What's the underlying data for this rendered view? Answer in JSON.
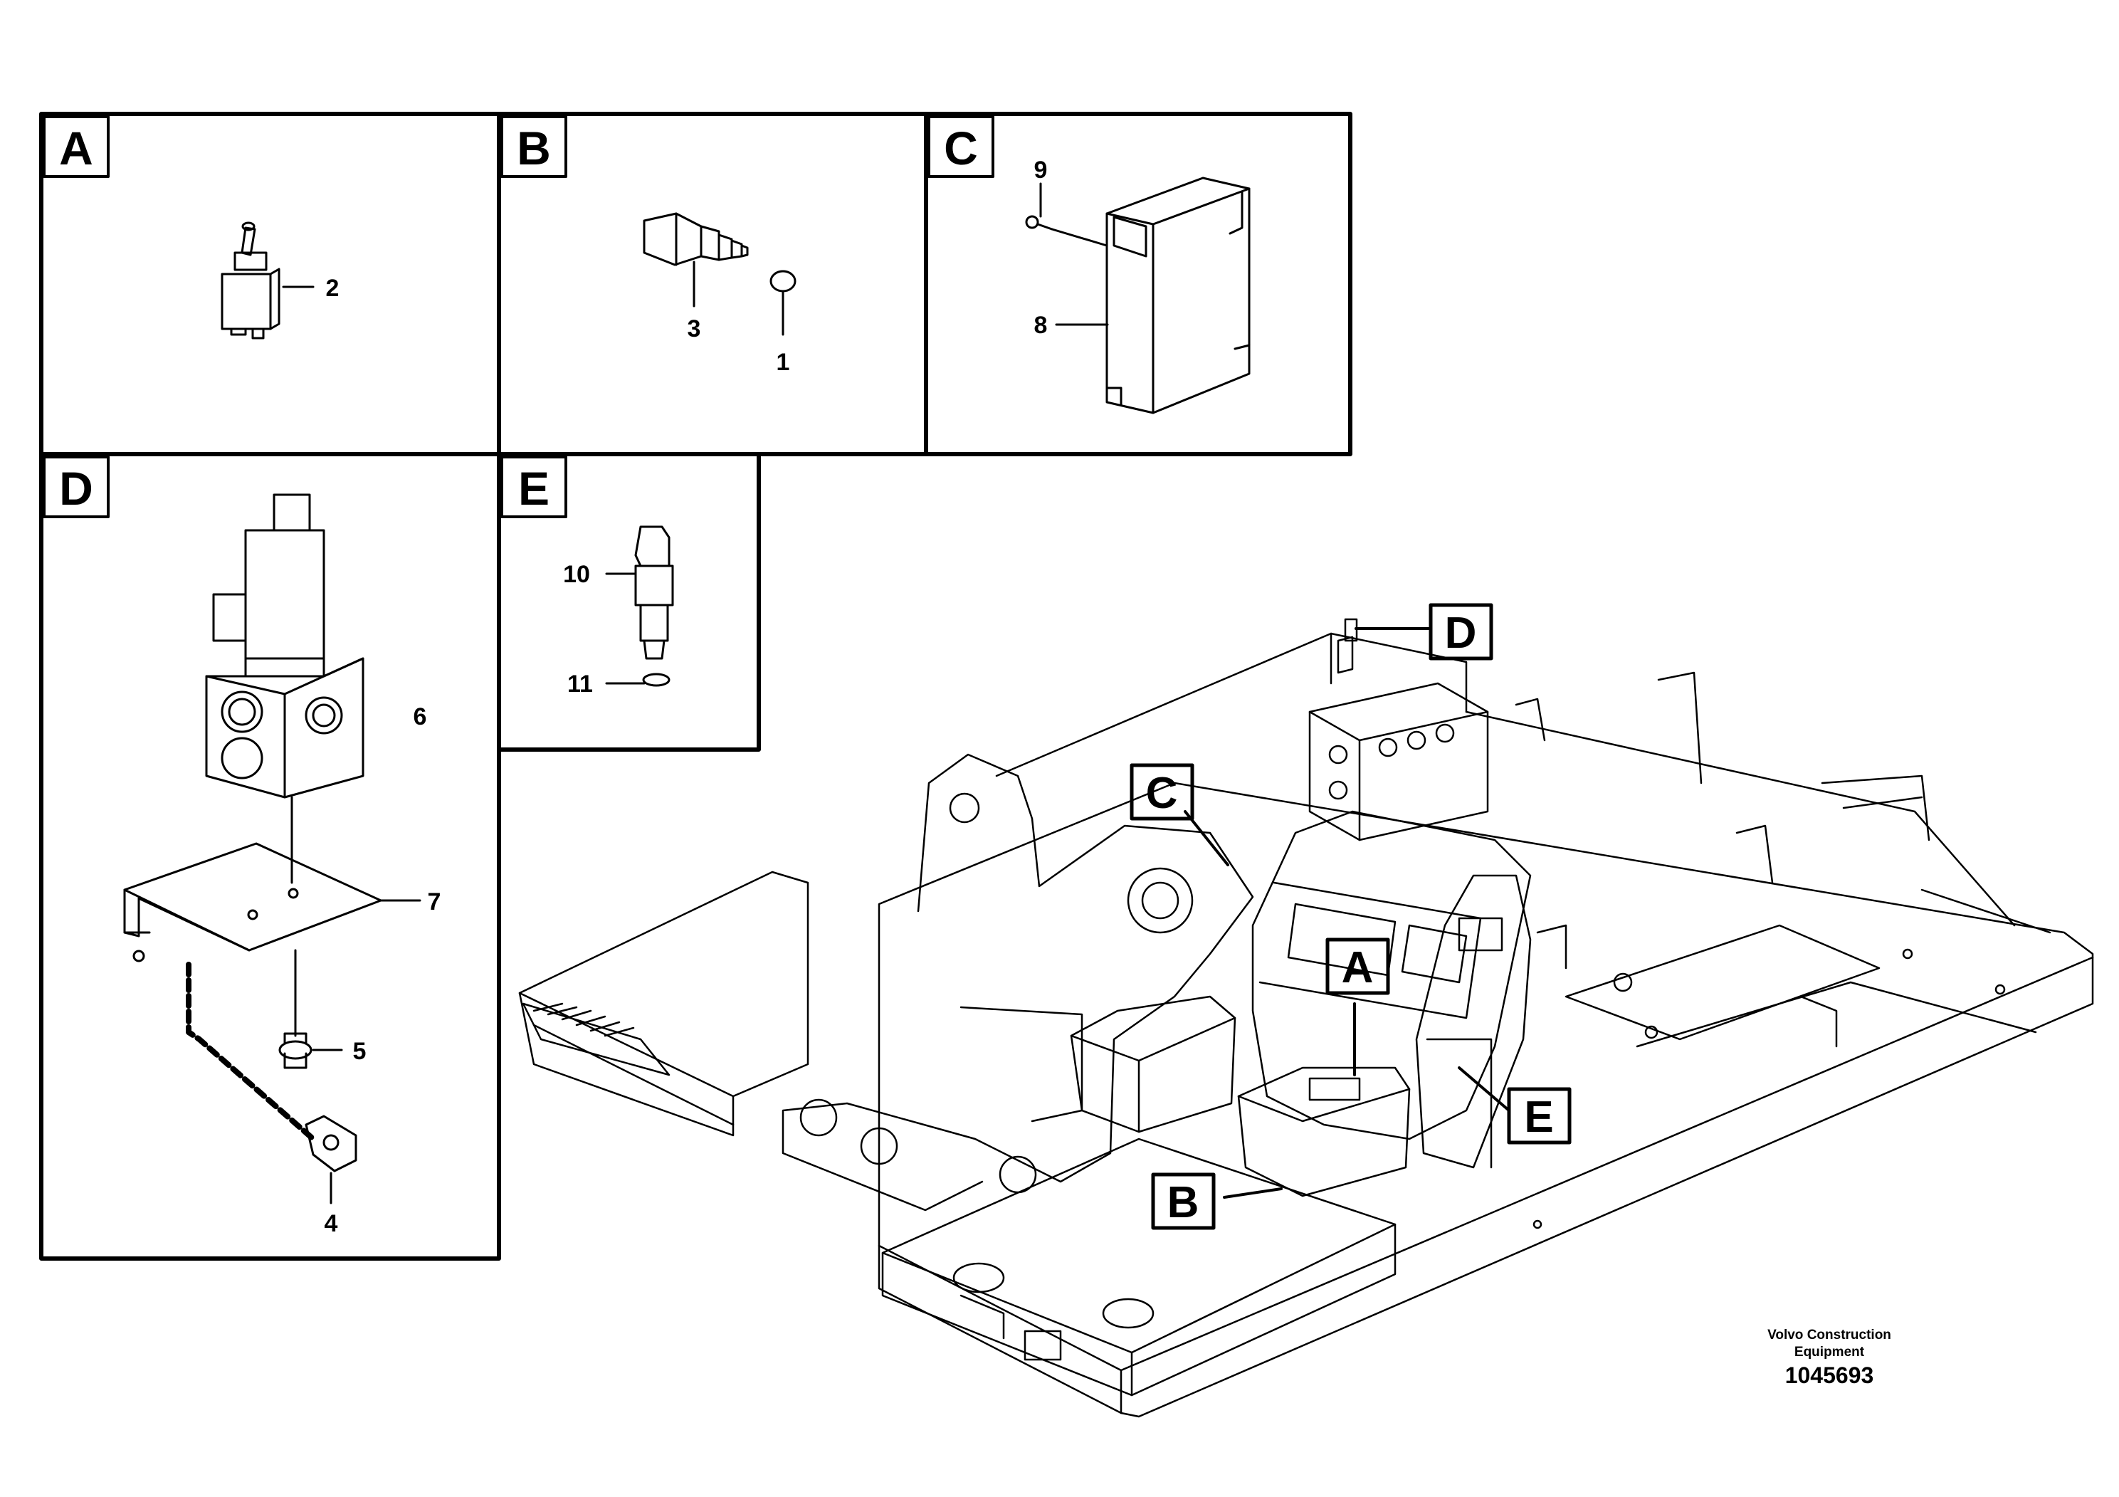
{
  "panels": [
    {
      "letter": "A",
      "callouts": [
        "2"
      ]
    },
    {
      "letter": "B",
      "callouts": [
        "3",
        "1"
      ]
    },
    {
      "letter": "C",
      "callouts": [
        "9",
        "8"
      ]
    },
    {
      "letter": "D",
      "callouts": [
        "6",
        "7",
        "5",
        "4"
      ]
    },
    {
      "letter": "E",
      "callouts": [
        "10",
        "11"
      ]
    }
  ],
  "assembly_markers": [
    "D",
    "C",
    "A",
    "E",
    "B"
  ],
  "credit": {
    "line1": "Volvo Construction",
    "line2": "Equipment",
    "drawing_number": "1045693"
  }
}
